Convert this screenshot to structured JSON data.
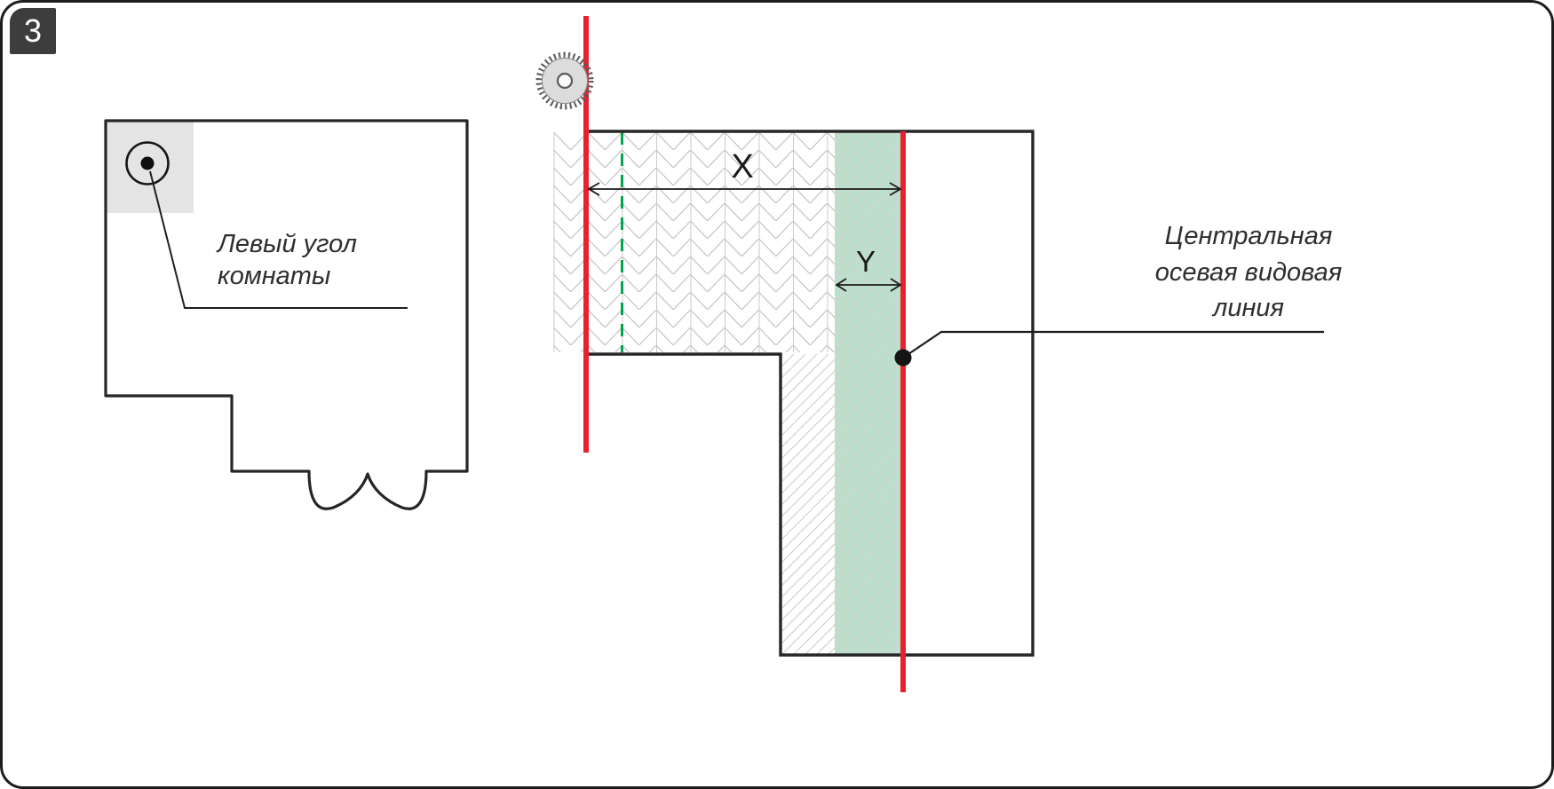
{
  "badge": {
    "number": "3"
  },
  "left_room": {
    "label_lines": [
      "Левый угол",
      "комнаты"
    ]
  },
  "right_diagram": {
    "dimension_x_label": "X",
    "dimension_y_label": "Y",
    "center_line_label_lines": [
      "Центральная",
      "осевая видовая",
      "линия"
    ]
  },
  "icons": {
    "saw_blade": "circular-saw-blade-icon",
    "corner_marker": "target-dot-marker"
  },
  "colors": {
    "red_guide_line": "#E8212E",
    "green_dashed_line": "#00A551",
    "green_strip_fill": "#BCDFCB",
    "outline": "#222222",
    "badge_background": "#3D3D3D",
    "hatch_gray": "#CBCBCB"
  }
}
